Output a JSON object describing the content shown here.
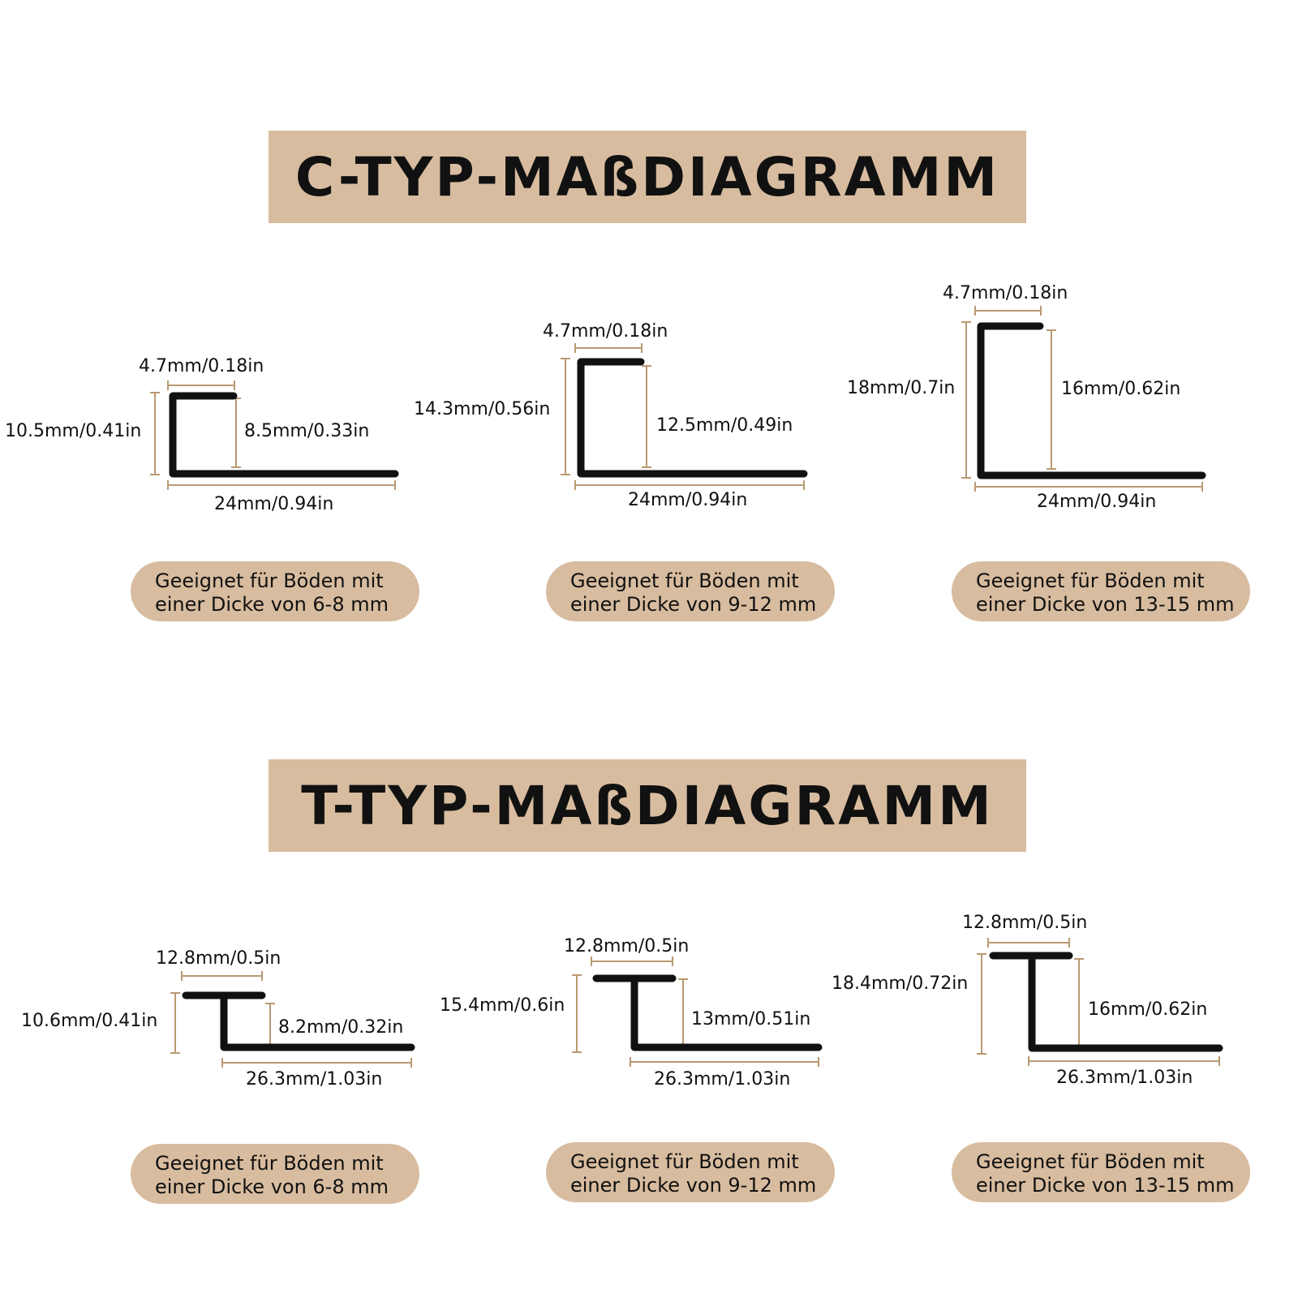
{
  "colors": {
    "accent": "#d8bc9f",
    "dimension_line": "#b89a72",
    "profile": "#111111"
  },
  "c_section": {
    "title": "C-TYP-MAßDIAGRAMM",
    "profiles": [
      {
        "top_width": "4.7mm/0.18in",
        "overall_height": "10.5mm/0.41in",
        "inner_height": "8.5mm/0.33in",
        "base_width": "24mm/0.94in",
        "floor_note_line1": "Geeignet für Böden mit",
        "floor_note_line2": "einer Dicke von 6-8 mm"
      },
      {
        "top_width": "4.7mm/0.18in",
        "overall_height": "14.3mm/0.56in",
        "inner_height": "12.5mm/0.49in",
        "base_width": "24mm/0.94in",
        "floor_note_line1": "Geeignet für Böden mit",
        "floor_note_line2": "einer Dicke von 9-12 mm"
      },
      {
        "top_width": "4.7mm/0.18in",
        "overall_height": "18mm/0.7in",
        "inner_height": "16mm/0.62in",
        "base_width": "24mm/0.94in",
        "floor_note_line1": "Geeignet für Böden mit",
        "floor_note_line2": "einer Dicke von 13-15 mm"
      }
    ]
  },
  "t_section": {
    "title": "T-TYP-MAßDIAGRAMM",
    "profiles": [
      {
        "top_width": "12.8mm/0.5in",
        "overall_height": "10.6mm/0.41in",
        "inner_height": "8.2mm/0.32in",
        "base_width": "26.3mm/1.03in",
        "floor_note_line1": "Geeignet für Böden mit",
        "floor_note_line2": "einer Dicke von 6-8 mm"
      },
      {
        "top_width": "12.8mm/0.5in",
        "overall_height": "15.4mm/0.6in",
        "inner_height": "13mm/0.51in",
        "base_width": "26.3mm/1.03in",
        "floor_note_line1": "Geeignet für Böden mit",
        "floor_note_line2": "einer Dicke von 9-12 mm"
      },
      {
        "top_width": "12.8mm/0.5in",
        "overall_height": "18.4mm/0.72in",
        "inner_height": "16mm/0.62in",
        "base_width": "26.3mm/1.03in",
        "floor_note_line1": "Geeignet für Böden mit",
        "floor_note_line2": "einer Dicke von 13-15 mm"
      }
    ]
  }
}
